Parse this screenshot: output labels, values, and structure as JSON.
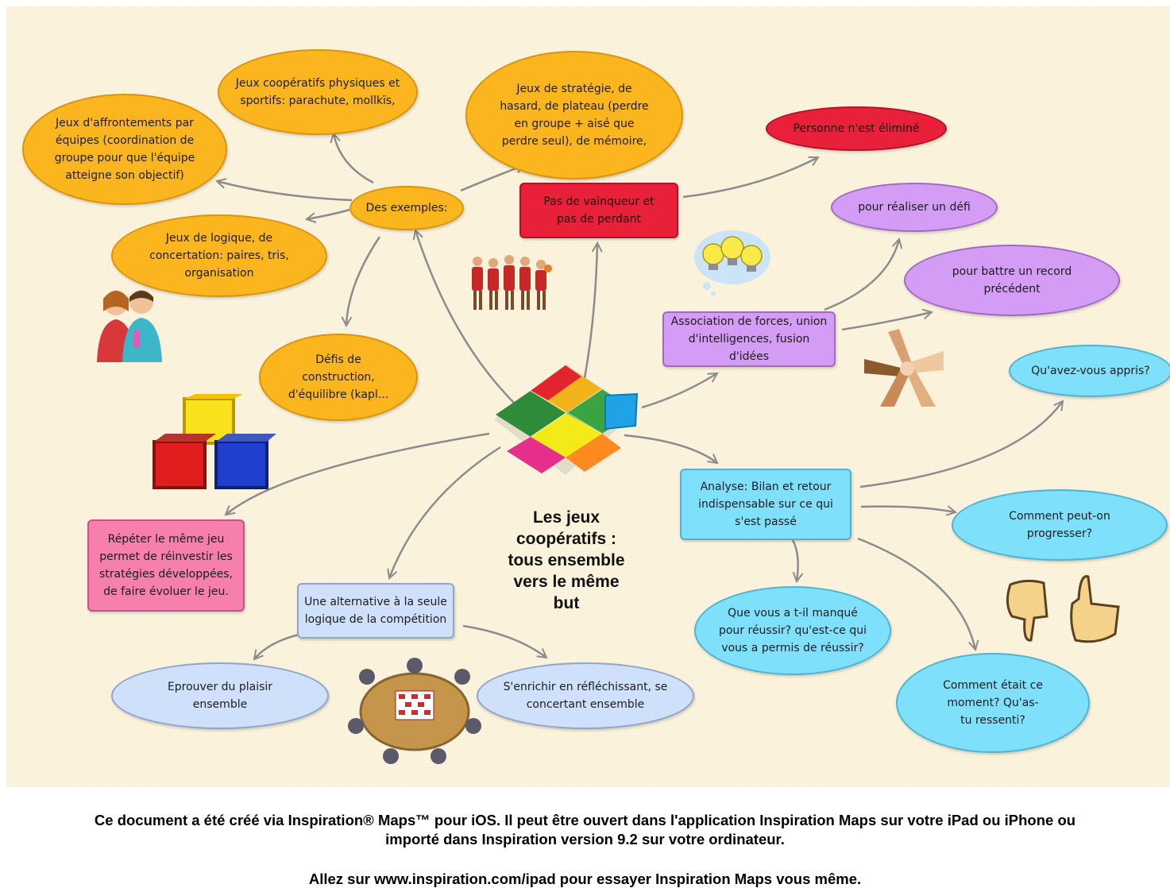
{
  "central": {
    "title": "Les jeux\ncoopératifs :\ntous ensemble\nvers le même\nbut"
  },
  "nodes": {
    "exemples": "Des exemples:",
    "physiques": "Jeux coopératifs physiques et sportifs: parachute, mollkïs,",
    "affrontements": "Jeux d'affrontements par équipes (coordination de groupe pour que l'équipe atteigne son objectif)",
    "logique": "Jeux de logique, de concertation: paires, tris, organisation",
    "defis": "Défis de construction, d'équilibre (kapl...",
    "strategie": "Jeux de stratégie, de hasard, de plateau (perdre en groupe + aisé que perdre seul), de mémoire,",
    "pas_vainqueur": "Pas de vainqueur et pas de perdant",
    "personne": "Personne n'est éliminé",
    "association": "Association de forces, union d'intelligences, fusion d'idées",
    "realiser": "pour réaliser un défi",
    "record": "pour battre un record précédent",
    "analyse": "Analyse: Bilan et retour indispensable sur ce qui s'est passé",
    "appris": "Qu'avez-vous appris?",
    "progresser": "Comment peut-on progresser?",
    "manque": "Que vous a t-il manqué pour réussir? qu'est-ce qui vous a permis de réussir?",
    "moment": "Comment était ce moment? Qu'as-tu ressenti?",
    "repeter": "Répéter le même jeu permet de réinvestir les stratégies développées, de faire évoluer le jeu.",
    "alternative": "Une alternative à la seule logique de la compétition",
    "plaisir": "Eprouver du plaisir ensemble",
    "enrichir": "S'enrichir en réfléchissant, se concertant ensemble"
  },
  "footer": {
    "line1": "Ce document a été créé via Inspiration® Maps™ pour iOS. Il peut être ouvert dans l'application Inspiration Maps sur votre iPad ou iPhone ou",
    "line2": "importé dans Inspiration version 9.2 sur votre ordinateur.",
    "line3": "Allez sur www.inspiration.com/ipad pour essayer Inspiration Maps vous même."
  },
  "colors": {
    "orange": "#fbb61f",
    "red": "#e8203a",
    "violet": "#d59cf5",
    "cyan": "#7fe0fb",
    "light_blue": "#cfe0fb",
    "pink": "#f77fae",
    "background": "#fbf3dd",
    "link": "#8c8c8c"
  },
  "icons": [
    "puzzle-icon",
    "basketball-team-icon",
    "lightbulbs-icon",
    "scientists-icon",
    "toy-blocks-icon",
    "stacked-hands-icon",
    "thumbs-icon",
    "table-group-icon"
  ]
}
